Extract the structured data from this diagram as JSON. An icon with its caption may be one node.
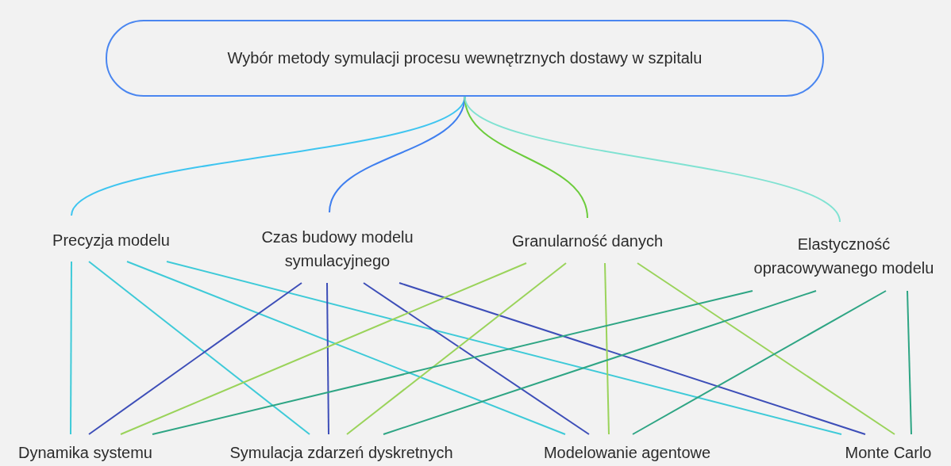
{
  "diagram": {
    "nodes": [
      {
        "text": [
          "Wybór metody symulacji procesu wewnętrznych dostawy w szpitalu"
        ]
      },
      {
        "text": [
          "Precyzja modelu"
        ]
      },
      {
        "text": [
          "Czas budowy modelu symulacyjnego"
        ]
      },
      {
        "text": [
          "Granularność danych"
        ]
      },
      {
        "text": [
          "Elastyczność opracowywanego modelu"
        ]
      },
      {
        "text": [
          "Dynamika systemu"
        ]
      },
      {
        "text": [
          "Symulacja zdarzeń dyskretnych"
        ]
      },
      {
        "text": [
          "Modelowanie agentowe"
        ]
      },
      {
        "text": [
          "Monte Carlo"
        ]
      }
    ],
    "edges": [
      {
        "from": 0,
        "to": 1,
        "arrow": "none",
        "color": "#3fc5f0"
      },
      {
        "from": 0,
        "to": 2,
        "arrow": "none",
        "color": "#3f7fef"
      },
      {
        "from": 0,
        "to": 3,
        "arrow": "none",
        "color": "#6ccc3c"
      },
      {
        "from": 0,
        "to": 4,
        "arrow": "none",
        "color": "#80e2d2"
      },
      {
        "from": 1,
        "to": 5,
        "arrow": "none",
        "color": "#3ecad8"
      },
      {
        "from": 1,
        "to": 6,
        "arrow": "none",
        "color": "#3ecad8"
      },
      {
        "from": 1,
        "to": 7,
        "arrow": "none",
        "color": "#3ecad8"
      },
      {
        "from": 1,
        "to": 8,
        "arrow": "none",
        "color": "#3ecad8"
      },
      {
        "from": 2,
        "to": 5,
        "arrow": "none",
        "color": "#3d4eb8"
      },
      {
        "from": 2,
        "to": 6,
        "arrow": "none",
        "color": "#3d4eb8"
      },
      {
        "from": 2,
        "to": 7,
        "arrow": "none",
        "color": "#3d4eb8"
      },
      {
        "from": 2,
        "to": 8,
        "arrow": "none",
        "color": "#3d4eb8"
      },
      {
        "from": 3,
        "to": 5,
        "arrow": "none",
        "color": "#9ad35a"
      },
      {
        "from": 3,
        "to": 6,
        "arrow": "none",
        "color": "#9ad35a"
      },
      {
        "from": 3,
        "to": 7,
        "arrow": "none",
        "color": "#9ad35a"
      },
      {
        "from": 3,
        "to": 8,
        "arrow": "none",
        "color": "#9ad35a"
      },
      {
        "from": 4,
        "to": 5,
        "arrow": "none",
        "color": "#2ea584"
      },
      {
        "from": 4,
        "to": 6,
        "arrow": "none",
        "color": "#2ea584"
      },
      {
        "from": 4,
        "to": 7,
        "arrow": "none",
        "color": "#2ea584"
      },
      {
        "from": 4,
        "to": 8,
        "arrow": "none",
        "color": "#2ea584"
      }
    ]
  }
}
